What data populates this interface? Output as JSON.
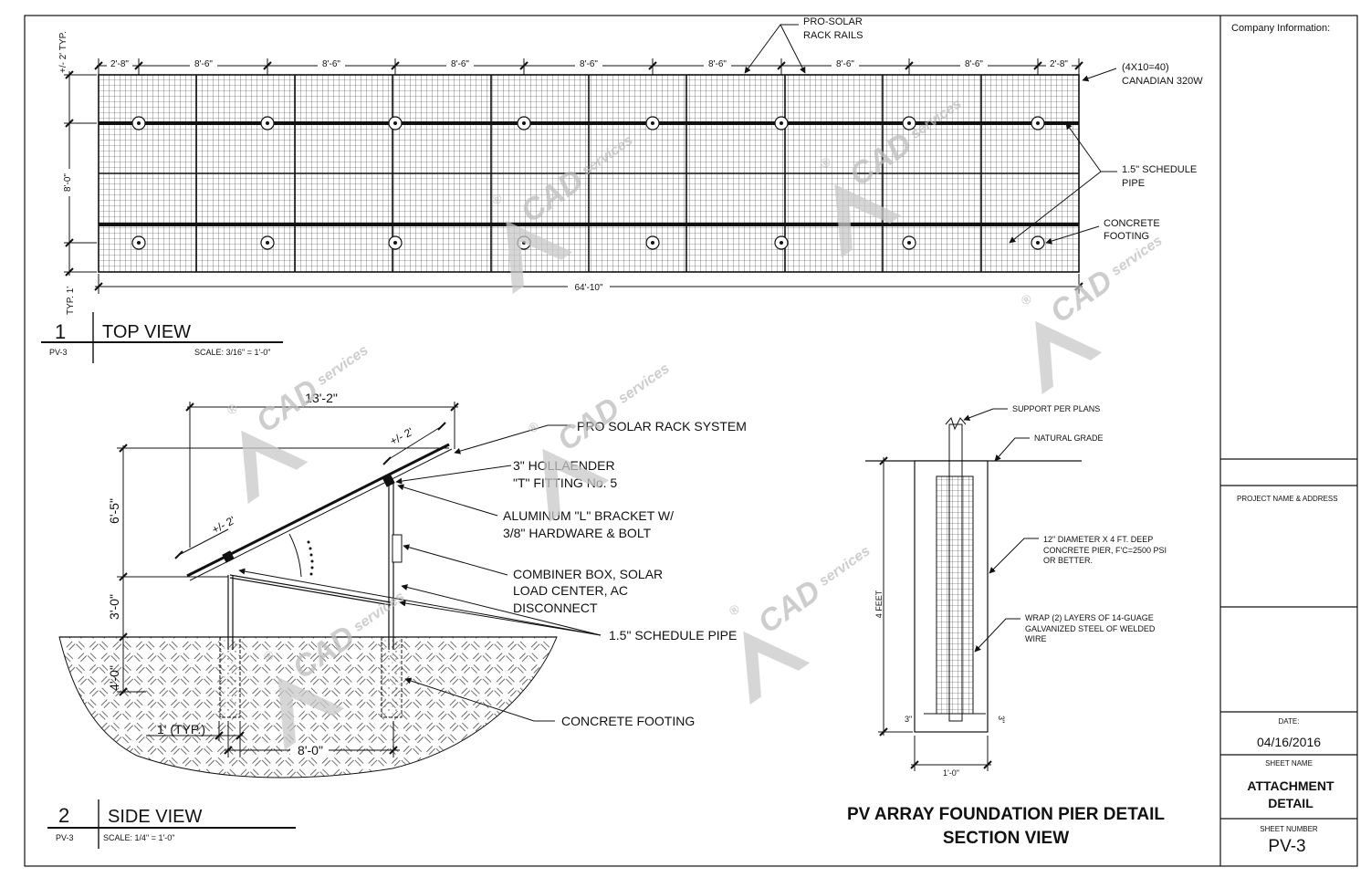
{
  "title_block": {
    "company_label": "Company Information:",
    "project_label": "PROJECT NAME & ADDRESS",
    "date_label": "DATE:",
    "date_value": "04/16/2016",
    "sheet_name_label": "SHEET NAME",
    "sheet_name_line1": "ATTACHMENT",
    "sheet_name_line2": "DETAIL",
    "sheet_number_label": "SHEET NUMBER",
    "sheet_number_value": "PV-3"
  },
  "top_view": {
    "number": "1",
    "title": "TOP VIEW",
    "ref": "PV-3",
    "scale": "SCALE: 3/16\" = 1'-0\"",
    "dims": [
      "2'-8\"",
      "8'-6\"",
      "8'-6\"",
      "8'-6\"",
      "8'-6\"",
      "8'-6\"",
      "8'-6\"",
      "8'-6\"",
      "2'-8\""
    ],
    "overall_dim": "64'-10\"",
    "left_dim_top": "+/- 2' TYP.",
    "left_dim_mid": "8'-0\"",
    "left_dim_bottom": "TYP. 1'",
    "callout_rails_1": "PRO-SOLAR",
    "callout_rails_2": "RACK RAILS",
    "callout_modules_1": "(4X10=40)",
    "callout_modules_2": "CANADIAN 320W",
    "callout_pipe_1": "1.5\" SCHEDULE",
    "callout_pipe_2": "PIPE",
    "callout_footing_1": "CONCRETE",
    "callout_footing_2": "FOOTING"
  },
  "side_view": {
    "number": "2",
    "title": "SIDE VIEW",
    "ref": "PV-3",
    "scale": "SCALE: 1/4\" = 1'-0\"",
    "dim_span": "13'-2\"",
    "dim_over_top": "+/- 2'",
    "dim_over_bottom": "+/- 2'",
    "dim_height": "6'-5\"",
    "dim_clearance": "3'-0\"",
    "dim_depth": "4'-0\"",
    "dim_dia": "1' (TYP.)",
    "dim_spacing": "8'-0\"",
    "callout_rack": "PRO SOLAR RACK SYSTEM",
    "callout_fitting_1": "3\" HOLLAENDER",
    "callout_fitting_2": "\"T\" FITTING No. 5",
    "callout_bracket_1": "ALUMINUM \"L\" BRACKET W/",
    "callout_bracket_2": "3/8\" HARDWARE & BOLT",
    "callout_combiner_1": "COMBINER BOX, SOLAR",
    "callout_combiner_2": "LOAD CENTER, AC",
    "callout_combiner_3": "DISCONNECT",
    "callout_pipe": "1.5\" SCHEDULE PIPE",
    "callout_footing": "CONCRETE FOOTING"
  },
  "pier_detail": {
    "title_1": "PV ARRAY FOUNDATION PIER DETAIL",
    "title_2": "SECTION VIEW",
    "callout_support": "SUPPORT PER PLANS",
    "callout_grade": "NATURAL GRADE",
    "callout_pier_1": "12\" DIAMETER X 4 FT. DEEP",
    "callout_pier_2": "CONCRETE PIER, F'C=2500 PSI",
    "callout_pier_3": "OR BETTER.",
    "callout_wrap_1": "WRAP (2) LAYERS OF 14-GUAGE",
    "callout_wrap_2": "GALVANIZED STEEL OF WELDED",
    "callout_wrap_3": "WIRE",
    "dim_depth": "4 FEET",
    "dim_cover_left": "3\"",
    "dim_cover_right": "3\"",
    "dim_width": "1'-0\""
  },
  "watermark": {
    "brand": "CAD",
    "brand_suffix": "services",
    "mark": "®"
  }
}
